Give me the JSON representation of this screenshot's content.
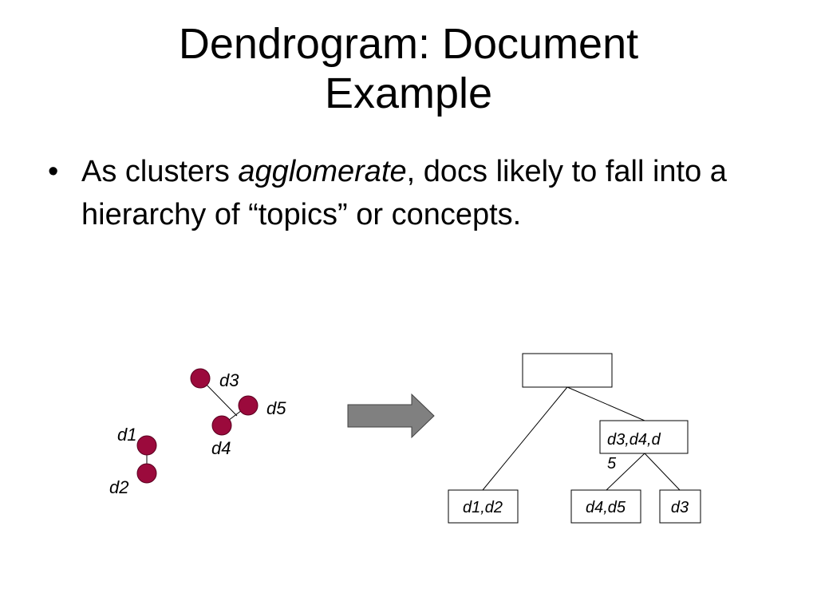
{
  "slide": {
    "title_line1": "Dendrogram: Document",
    "title_line2": "Example",
    "bullet": {
      "marker": "•",
      "before": "As clusters ",
      "emphasis": "agglomerate",
      "after": ", docs likely to fall into a hierarchy of “topics” or concepts."
    }
  },
  "diagram": {
    "points": {
      "d1": "d1",
      "d2": "d2",
      "d3": "d3",
      "d4": "d4",
      "d5": "d5"
    },
    "point_color": "#9b0a3c",
    "arrow_color": "#808080",
    "tree": {
      "root": "",
      "mid_line1": "d3,d4,d",
      "mid_line2": "5",
      "leaf_left": "d1,d2",
      "leaf_mid": "d4,d5",
      "leaf_right": "d3"
    }
  }
}
